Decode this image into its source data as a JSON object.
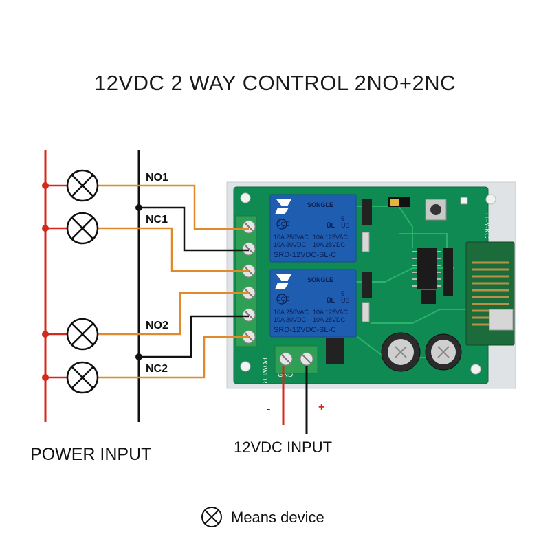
{
  "title": "12VDC 2 WAY CONTROL 2NO+2NC",
  "terminals": {
    "no1": "NO1",
    "nc1": "NC1",
    "no2": "NO2",
    "nc2": "NC2"
  },
  "power_input_label": "POWER INPUT",
  "dc_input_label": "12VDC INPUT",
  "polarity": {
    "negative": "-",
    "positive": "+"
  },
  "legend": {
    "text": "Means device"
  },
  "relay": {
    "brand": "SONGLE",
    "rating_1": "10A 250VAC",
    "rating_2": "10A 125VAC",
    "rating_3": "10A 30VDC",
    "rating_4": "10A 28VDC",
    "model": "SRD-12VDC-SL-C",
    "cqc": "CQC",
    "us_mark": "US"
  },
  "pcb": {
    "power_silk": "POWER",
    "gnd_silk": "GND",
    "board_id": "HFY-KC"
  },
  "colors": {
    "live_wire": "#d42a1e",
    "signal_wire": "#e08a2c",
    "neutral_wire": "#111111",
    "pcb": "#0e8a52",
    "relay": "#1f5db0",
    "terminal": "#2f9f55"
  }
}
